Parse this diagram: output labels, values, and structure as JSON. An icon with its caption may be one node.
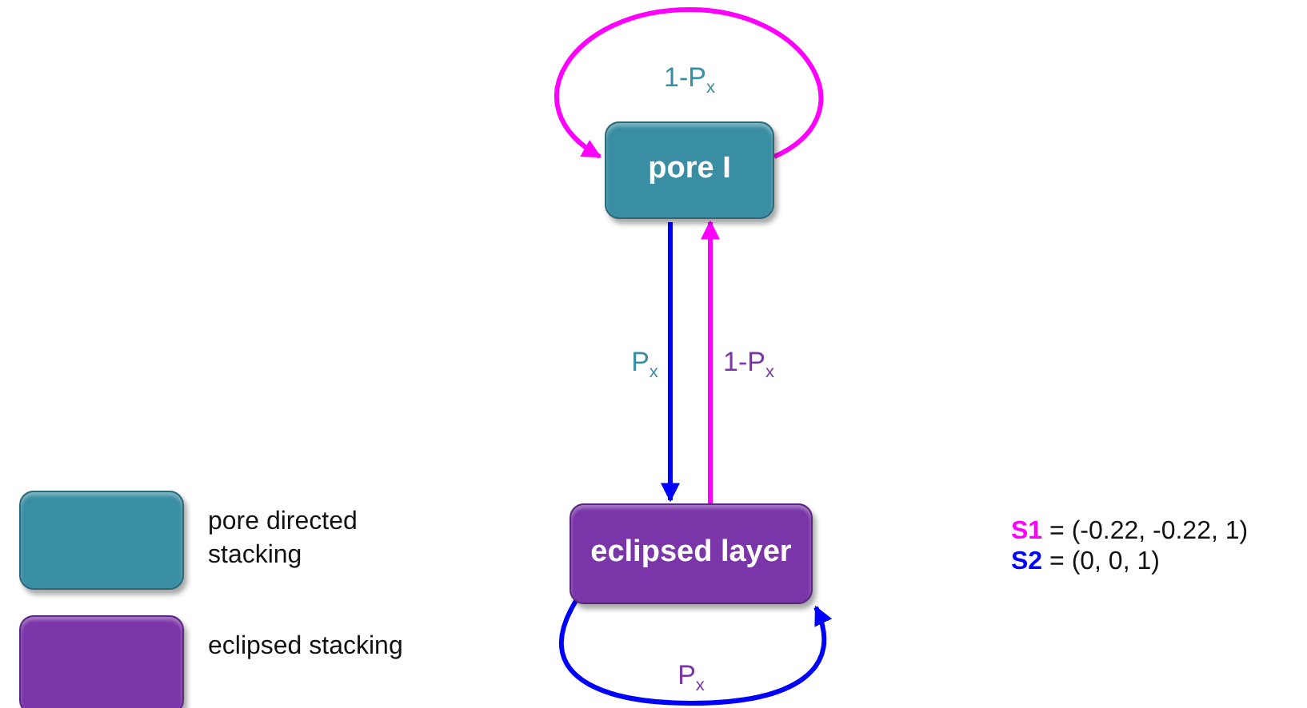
{
  "diagram": {
    "nodes": [
      {
        "text": [
          "pore I"
        ]
      },
      {
        "text": [
          "eclipsed layer"
        ]
      }
    ],
    "edges": [
      {
        "from": 0,
        "to": 0,
        "arrow": "to",
        "label": "1-P$_{x}$",
        "color": "#ff00ff"
      },
      {
        "from": 0,
        "to": 1,
        "arrow": "to",
        "label": "P$_{x}$",
        "color": "#0000ff"
      },
      {
        "from": 1,
        "to": 0,
        "arrow": "to",
        "label": "1-P$_{x}$",
        "color": "#ff00ff"
      },
      {
        "from": 1,
        "to": 1,
        "arrow": "to",
        "label": "P$_{x}$",
        "color": "#0000ff"
      }
    ],
    "labels": [
      "**S1** = (-0.22, -0.22, 1)",
      "**S2** = (0, 0, 1)"
    ],
    "legend": [
      {
        "text": "pore directed stacking",
        "color": "#3a8ea3"
      },
      {
        "text": "eclipsed stacking",
        "color": "#7a35a8"
      }
    ]
  }
}
